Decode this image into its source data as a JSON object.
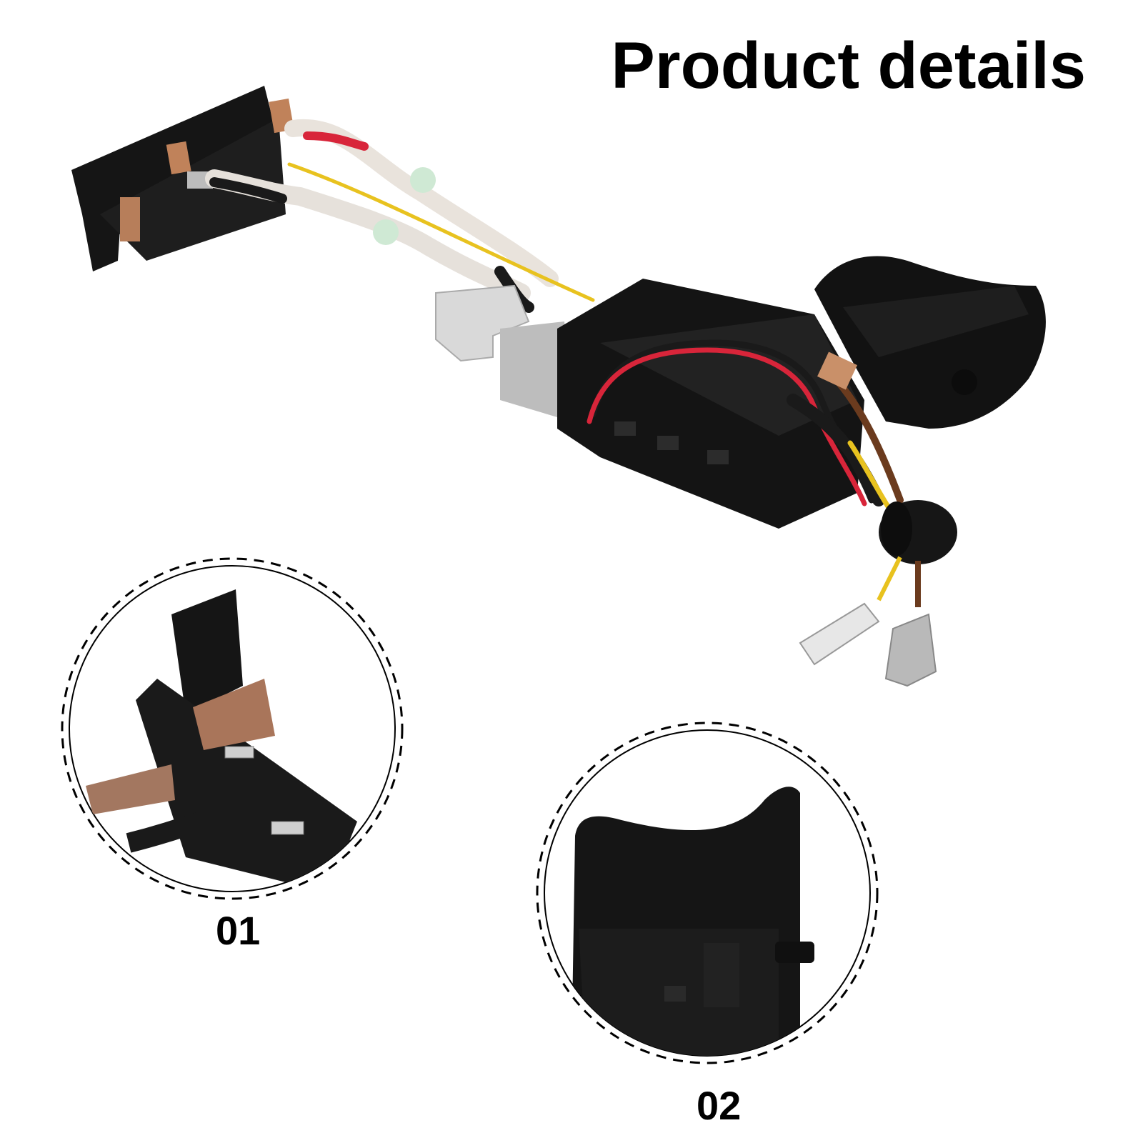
{
  "header": {
    "title": "Product details"
  },
  "details": [
    {
      "label": "01",
      "subject": "terminal-block-closeup"
    },
    {
      "label": "02",
      "subject": "trigger-closeup"
    }
  ],
  "colors": {
    "background": "#ffffff",
    "housing": "#141414",
    "copper": "#b07a55",
    "wire_red": "#d8253a",
    "wire_yellow": "#e8c21f",
    "wire_brown": "#6b3b1e",
    "sleeve": "#e9e3dc",
    "metal": "#c9c9c9"
  }
}
